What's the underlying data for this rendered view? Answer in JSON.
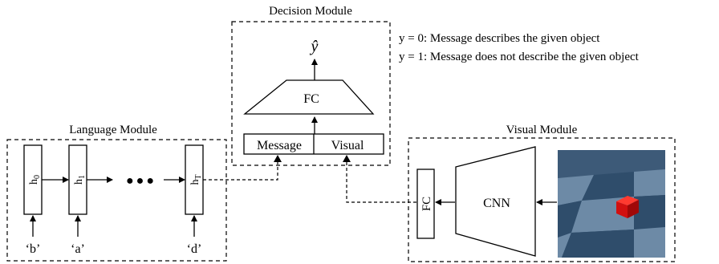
{
  "decision_module": {
    "title": "Decision Module",
    "output_symbol": "ŷ",
    "fc_label": "FC",
    "input_boxes": [
      "Message",
      "Visual"
    ]
  },
  "legend": {
    "line1": "y = 0: Message describes the given object",
    "line2": "y = 1: Message does not describe the given object"
  },
  "language_module": {
    "title": "Language Module",
    "cells": [
      {
        "base": "h",
        "sub": "0"
      },
      {
        "base": "h",
        "sub": "1"
      },
      {
        "base": "h",
        "sub": "T"
      }
    ],
    "inputs": [
      "‘b’",
      "‘a’",
      "‘d’"
    ],
    "ellipsis": "●●●"
  },
  "visual_module": {
    "title": "Visual Module",
    "fc_label": "FC",
    "cnn_label": "CNN"
  },
  "colors": {
    "cube": "#e01010",
    "floor_dark": "#2f4d6b",
    "floor_light": "#6d8aa6"
  }
}
